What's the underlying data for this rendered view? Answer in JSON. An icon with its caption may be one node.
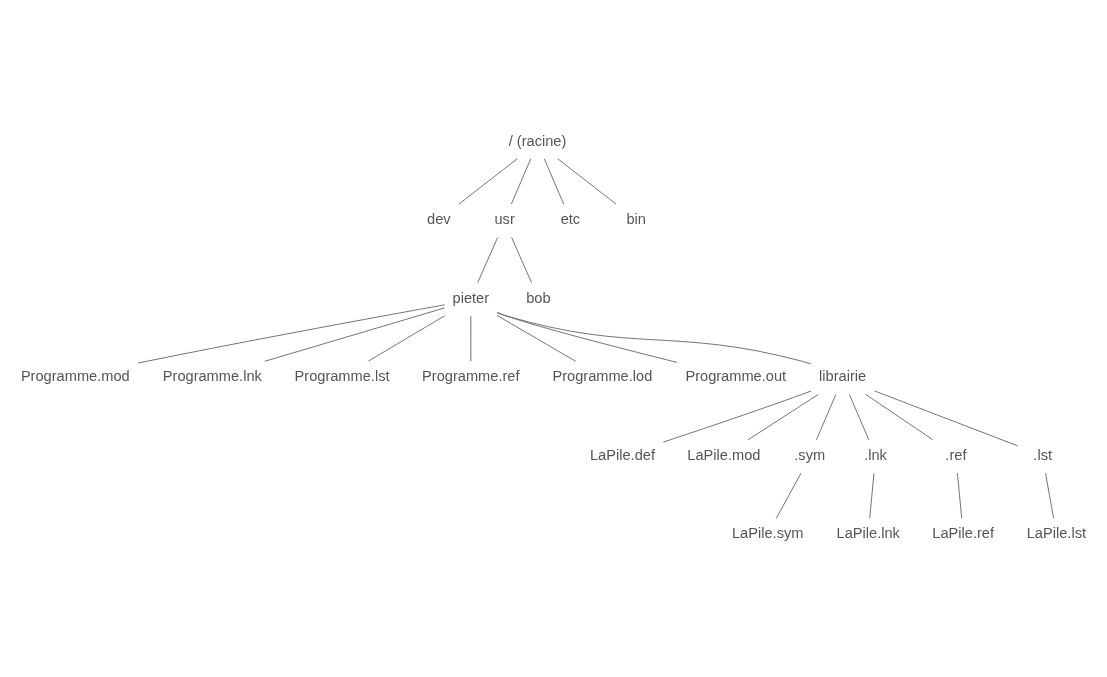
{
  "diagram": {
    "nodes": [
      {
        "text": [
          "/ (racine)"
        ]
      },
      {
        "text": [
          "dev"
        ]
      },
      {
        "text": [
          "usr"
        ]
      },
      {
        "text": [
          "etc"
        ]
      },
      {
        "text": [
          "bin"
        ]
      },
      {
        "text": [
          "pieter"
        ]
      },
      {
        "text": [
          "bob"
        ]
      },
      {
        "text": [
          "Programme.mod"
        ]
      },
      {
        "text": [
          "Programme.lnk"
        ]
      },
      {
        "text": [
          "Programme.lst"
        ]
      },
      {
        "text": [
          "Programme.ref"
        ]
      },
      {
        "text": [
          "Programme.lod"
        ]
      },
      {
        "text": [
          "Programme.out"
        ]
      },
      {
        "text": [
          "librairie"
        ]
      },
      {
        "text": [
          "LaPile.def"
        ]
      },
      {
        "text": [
          "LaPile.mod"
        ]
      },
      {
        "text": [
          ".sym"
        ]
      },
      {
        "text": [
          ".lnk"
        ]
      },
      {
        "text": [
          ".ref"
        ]
      },
      {
        "text": [
          ".lst"
        ]
      },
      {
        "text": [
          "LaPile.sym"
        ]
      },
      {
        "text": [
          "LaPile.lnk"
        ]
      },
      {
        "text": [
          "LaPile.ref"
        ]
      },
      {
        "text": [
          "LaPile.lst"
        ]
      }
    ],
    "edges": [
      {
        "from": 0,
        "to": 1,
        "arrow": "none"
      },
      {
        "from": 0,
        "to": 2,
        "arrow": "none"
      },
      {
        "from": 0,
        "to": 3,
        "arrow": "none"
      },
      {
        "from": 0,
        "to": 4,
        "arrow": "none"
      },
      {
        "from": 2,
        "to": 5,
        "arrow": "none"
      },
      {
        "from": 2,
        "to": 6,
        "arrow": "none"
      },
      {
        "from": 5,
        "to": 7,
        "arrow": "none"
      },
      {
        "from": 5,
        "to": 8,
        "arrow": "none"
      },
      {
        "from": 5,
        "to": 9,
        "arrow": "none"
      },
      {
        "from": 5,
        "to": 10,
        "arrow": "none"
      },
      {
        "from": 5,
        "to": 11,
        "arrow": "none"
      },
      {
        "from": 5,
        "to": 12,
        "arrow": "none"
      },
      {
        "from": 5,
        "to": 13,
        "arrow": "none"
      },
      {
        "from": 13,
        "to": 14,
        "arrow": "none"
      },
      {
        "from": 13,
        "to": 15,
        "arrow": "none"
      },
      {
        "from": 13,
        "to": 16,
        "arrow": "none"
      },
      {
        "from": 13,
        "to": 17,
        "arrow": "none"
      },
      {
        "from": 13,
        "to": 18,
        "arrow": "none"
      },
      {
        "from": 13,
        "to": 19,
        "arrow": "none"
      },
      {
        "from": 16,
        "to": 20,
        "arrow": "none"
      },
      {
        "from": 17,
        "to": 21,
        "arrow": "none"
      },
      {
        "from": 18,
        "to": 22,
        "arrow": "none"
      },
      {
        "from": 19,
        "to": 23,
        "arrow": "none"
      }
    ]
  }
}
